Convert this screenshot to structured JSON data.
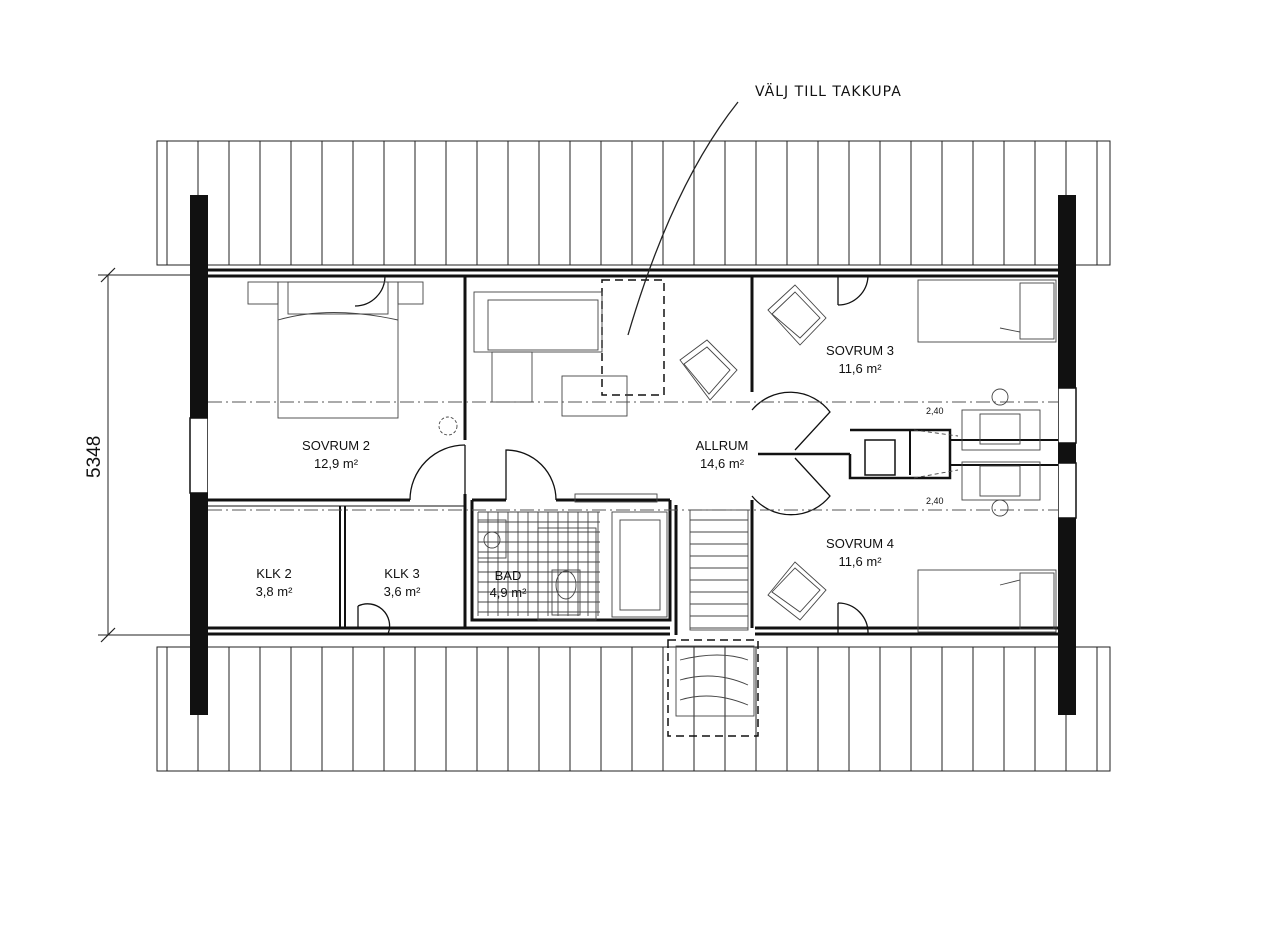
{
  "annotation": {
    "text": "VÄLJ TILL TAKKUPA"
  },
  "dimension": {
    "height_label": "5348"
  },
  "rooms": [
    {
      "name": "SOVRUM 2",
      "area": "12,9 m²"
    },
    {
      "name": "ALLRUM",
      "area": "14,6 m²"
    },
    {
      "name": "SOVRUM 3",
      "area": "11,6 m²"
    },
    {
      "name": "SOVRUM 4",
      "area": "11,6 m²"
    },
    {
      "name": "KLK 2",
      "area": "3,8 m²"
    },
    {
      "name": "KLK 3",
      "area": "3,6 m²"
    },
    {
      "name": "BAD",
      "area": "4,9 m²"
    }
  ],
  "window_labels": [
    "2,40",
    "2,40"
  ]
}
